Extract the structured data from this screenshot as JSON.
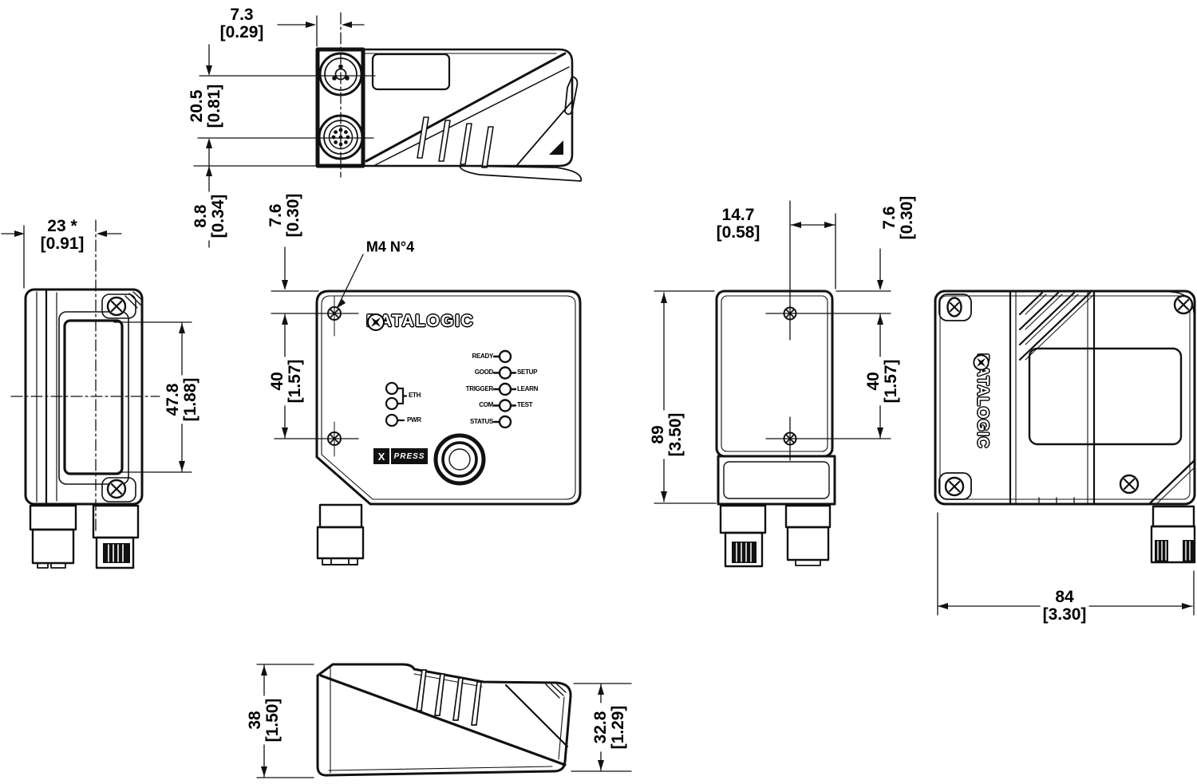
{
  "brand": {
    "front_logo": "DATALOGIC",
    "side_logo": "DATALOGIC"
  },
  "front_panel": {
    "leds": {
      "rows": [
        {
          "label": "READY",
          "label2": ""
        },
        {
          "label": "GOOD",
          "label2": "SETUP"
        },
        {
          "label": "TRIGGER",
          "label2": "LEARN"
        },
        {
          "label": "COM",
          "label2": "TEST"
        },
        {
          "label": "STATUS",
          "label2": ""
        }
      ],
      "eth": "ETH",
      "pwr": "PWR"
    },
    "xpress": {
      "x": "X",
      "press": "PRESS"
    }
  },
  "dimensions": {
    "top_view": {
      "connector_offset": {
        "mm": "7.3",
        "in": "[0.29]"
      },
      "connector_spacing": {
        "mm": "20.5",
        "in": "[0.81]"
      },
      "connector_edge": {
        "mm": "8.8",
        "in": "[0.34]"
      }
    },
    "left_view": {
      "optical_axis": {
        "mm": "23 *",
        "in": "[0.91]"
      },
      "window_height": {
        "mm": "47.8",
        "in": "[1.88]"
      }
    },
    "front_view": {
      "hole_top_offset": {
        "mm": "7.6",
        "in": "[0.30]"
      },
      "hole_spacing": {
        "mm": "40",
        "in": "[1.57]"
      },
      "mounting_holes": "M4 N°4"
    },
    "back_view": {
      "hole_side_offset": {
        "mm": "14.7",
        "in": "[0.58]"
      },
      "hole_top_offset": {
        "mm": "7.6",
        "in": "[0.30]"
      },
      "hole_spacing": {
        "mm": "40",
        "in": "[1.57]"
      },
      "body_height": {
        "mm": "89",
        "in": "[3.50]"
      }
    },
    "right_view": {
      "body_width": {
        "mm": "84",
        "in": "[3.30]"
      }
    },
    "bottom_view": {
      "body_depth": {
        "mm": "38",
        "in": "[1.50]"
      },
      "nose_depth": {
        "mm": "32.8",
        "in": "[1.29]"
      }
    }
  }
}
